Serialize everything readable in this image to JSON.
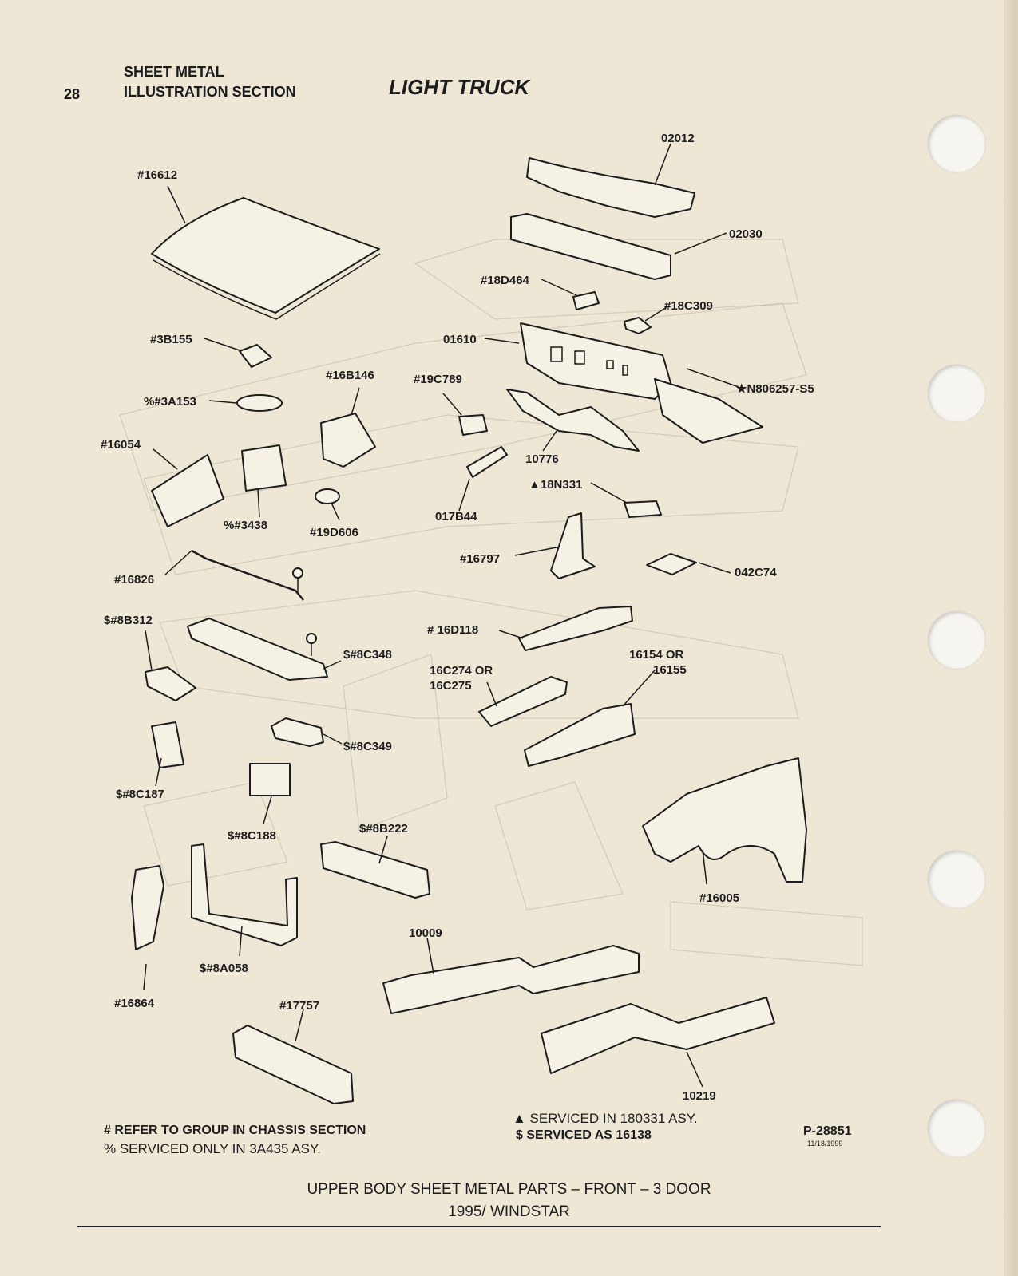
{
  "header": {
    "page_number": "28",
    "section_line1": "SHEET METAL",
    "section_line2": "ILLUSTRATION SECTION",
    "heading": "LIGHT TRUCK"
  },
  "parts": {
    "p02012": "02012",
    "p16612": "#16612",
    "p02030": "02030",
    "p18D464": "#18D464",
    "p18C309": "#18C309",
    "p3B155": "#3B155",
    "p01610": "01610",
    "pN806257": "★N806257-S5",
    "p16B146": "#16B146",
    "p19C789": "#19C789",
    "p3A153": "%#3A153",
    "p16054": "#16054",
    "p10776": "10776",
    "p18N331": "▲18N331",
    "p3438": "%#3438",
    "p19D606": "#19D606",
    "p017B44": "017B44",
    "p16797": "#16797",
    "p042C74": "042C74",
    "p16826": "#16826",
    "p8B312": "$#8B312",
    "p16D118": "# 16D118",
    "p8C348": "$#8C348",
    "p16154a": "16154 OR",
    "p16154b": "16155",
    "p16C274a": "16C274 OR",
    "p16C274b": "16C275",
    "p8C349": "$#8C349",
    "p8C187": "$#8C187",
    "p8C188": "$#8C188",
    "p8B222": "$#8B222",
    "p16005": "#16005",
    "p8A058": "$#8A058",
    "p16864": "#16864",
    "p10009": "10009",
    "p17757": "#17757",
    "p10219": "10219"
  },
  "notes": {
    "left1": "# REFER TO GROUP IN CHASSIS SECTION",
    "left2": "% SERVICED ONLY IN 3A435 ASY.",
    "right1": "▲ SERVICED IN 180331 ASY.",
    "right2": "$ SERVICED AS 16138",
    "doc_code": "P-28851",
    "doc_date": "11/18/1999"
  },
  "footer": {
    "title": "UPPER BODY SHEET METAL PARTS – FRONT – 3 DOOR",
    "model": "1995/ WINDSTAR"
  }
}
